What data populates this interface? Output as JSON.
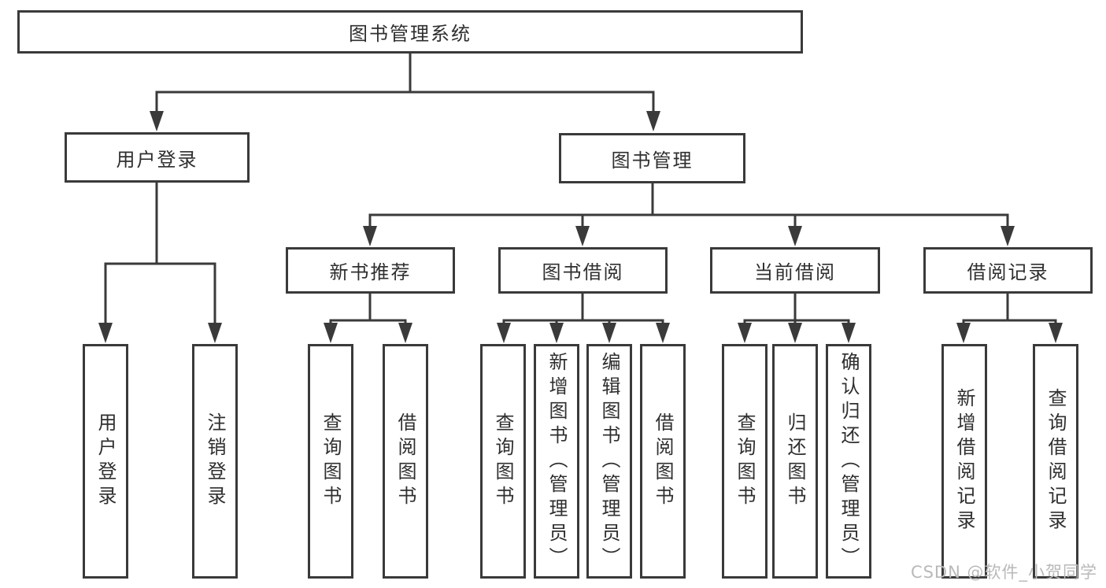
{
  "tree": {
    "label": "图书管理系统",
    "children": [
      {
        "label": "用户登录",
        "children": [
          {
            "label": "用户登录"
          },
          {
            "label": "注销登录"
          }
        ]
      },
      {
        "label": "图书管理",
        "children": [
          {
            "label": "新书推荐",
            "children": [
              {
                "label": "查询图书"
              },
              {
                "label": "借阅图书"
              }
            ]
          },
          {
            "label": "图书借阅",
            "children": [
              {
                "label": "查询图书"
              },
              {
                "label": "新增图书（管理员）"
              },
              {
                "label": "编辑图书（管理员）"
              },
              {
                "label": "借阅图书"
              }
            ]
          },
          {
            "label": "当前借阅",
            "children": [
              {
                "label": "查询图书"
              },
              {
                "label": "归还图书"
              },
              {
                "label": "确认归还（管理员）"
              }
            ]
          },
          {
            "label": "借阅记录",
            "children": [
              {
                "label": "新增借阅记录"
              },
              {
                "label": "查询借阅记录"
              }
            ]
          }
        ]
      }
    ]
  },
  "watermark": "CSDN @软件_小贺同学",
  "colors": {
    "line": "#3a3a3a",
    "text": "#2f2f2f",
    "watermark": "#b9b9b9",
    "background": "#ffffff"
  }
}
